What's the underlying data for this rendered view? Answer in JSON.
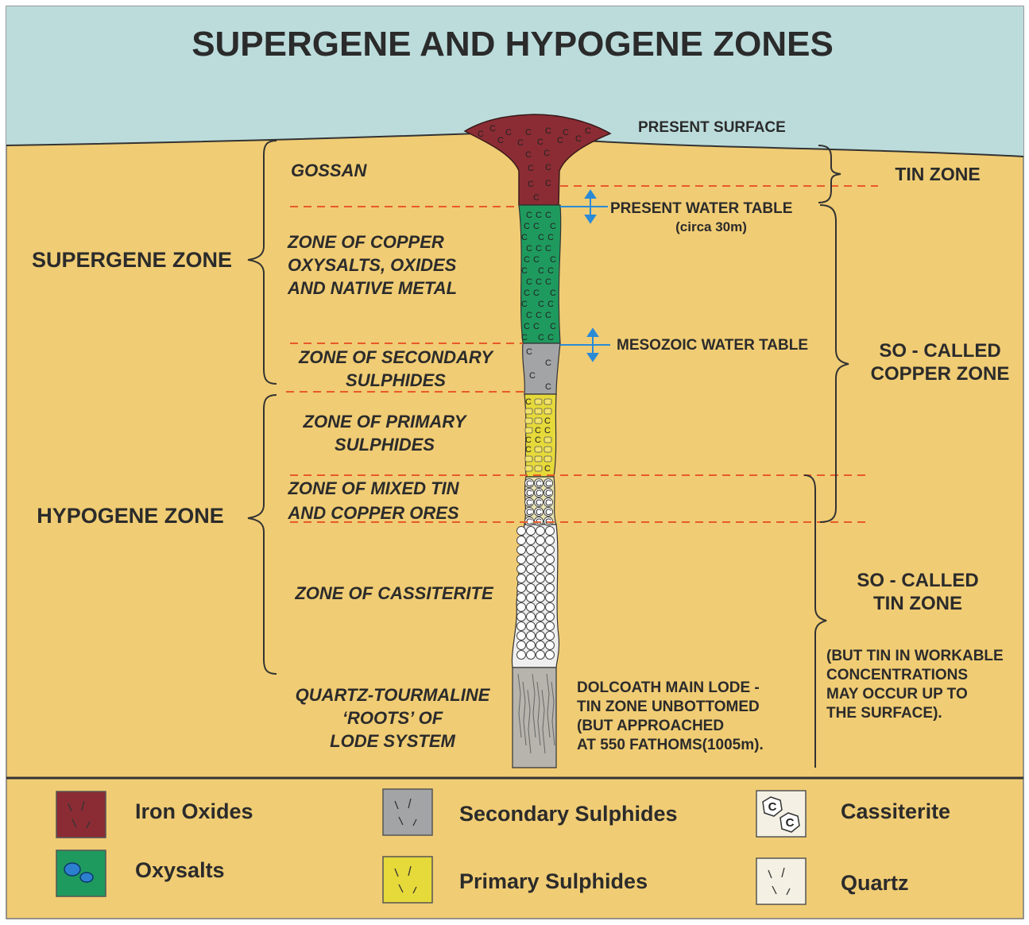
{
  "title": "SUPERGENE AND HYPOGENE ZONES",
  "colors": {
    "sky": "#bcdcdc",
    "ground": "#f0cc74",
    "iron_oxides": "#8b2c34",
    "oxysalts": "#1f9a5e",
    "oxysalt_blebs": "#2d7fd0",
    "secondary_sulphides": "#a3a4a6",
    "primary_sulphides": "#e6d93a",
    "cassiterite": "#eeeeee",
    "quartz": "#b6b4ad",
    "boundary_dashes": "#e85a2a",
    "water_table_arrow": "#2a8ad6"
  },
  "labels": {
    "present_surface": "PRESENT SURFACE",
    "present_water_table": "PRESENT WATER TABLE",
    "present_water_table_note": "(circa 30m)",
    "mesozoic_water_table": "MESOZOIC WATER TABLE",
    "supergene_zone": "SUPERGENE ZONE",
    "hypogene_zone": "HYPOGENE ZONE",
    "tin_zone_top": "TIN ZONE",
    "copper_zone": [
      "SO - CALLED",
      "COPPER ZONE"
    ],
    "tin_zone": [
      "SO - CALLED",
      "TIN ZONE"
    ],
    "tin_zone_note": [
      "(BUT TIN IN WORKABLE",
      "CONCENTRATIONS",
      "MAY OCCUR UP TO",
      "THE SURFACE)."
    ],
    "dolcoath_note": [
      "DOLCOATH MAIN LODE -",
      "TIN ZONE UNBOTTOMED",
      "(BUT APPROACHED",
      "AT 550 FATHOMS(1005m)."
    ]
  },
  "zones": {
    "gossan": [
      "GOSSAN"
    ],
    "copper_oxysalts": [
      "ZONE OF COPPER",
      "OXYSALTS, OXIDES",
      "AND NATIVE METAL"
    ],
    "secondary_sulphides": [
      "ZONE OF SECONDARY",
      "SULPHIDES"
    ],
    "primary_sulphides": [
      "ZONE OF PRIMARY",
      "SULPHIDES"
    ],
    "mixed_ores": [
      "ZONE OF MIXED TIN",
      "AND COPPER ORES"
    ],
    "cassiterite": [
      "ZONE OF CASSITERITE"
    ],
    "quartz_roots": [
      "QUARTZ-TOURMALINE",
      "‘ROOTS’ OF",
      "LODE SYSTEM"
    ]
  },
  "legend": [
    {
      "key": "iron_oxides",
      "label": "Iron Oxides"
    },
    {
      "key": "oxysalts",
      "label": "Oxysalts"
    },
    {
      "key": "secondary_sulphides",
      "label": "Secondary Sulphides"
    },
    {
      "key": "primary_sulphides",
      "label": "Primary Sulphides"
    },
    {
      "key": "cassiterite",
      "label": "Cassiterite"
    },
    {
      "key": "quartz",
      "label": "Quartz"
    }
  ]
}
